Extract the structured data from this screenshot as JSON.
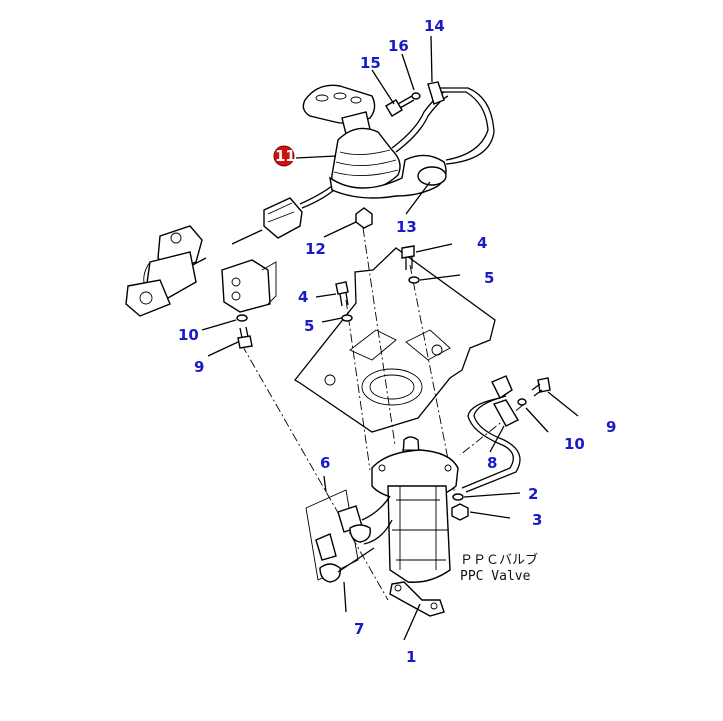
{
  "diagram": {
    "callouts": {
      "c1": "1",
      "c2": "2",
      "c3": "3",
      "c4a": "4",
      "c4b": "4",
      "c5a": "5",
      "c5b": "5",
      "c6": "6",
      "c7": "7",
      "c8": "8",
      "c9a": "9",
      "c9b": "9",
      "c10a": "10",
      "c10b": "10",
      "c11": "11",
      "c12": "12",
      "c13": "13",
      "c14": "14",
      "c15": "15",
      "c16": "16"
    },
    "highlight_color": "#cc1111",
    "callout_color": "#1a1ac8",
    "valve_label_jp": "ＰＰＣバルブ",
    "valve_label_en": "PPC Valve"
  }
}
